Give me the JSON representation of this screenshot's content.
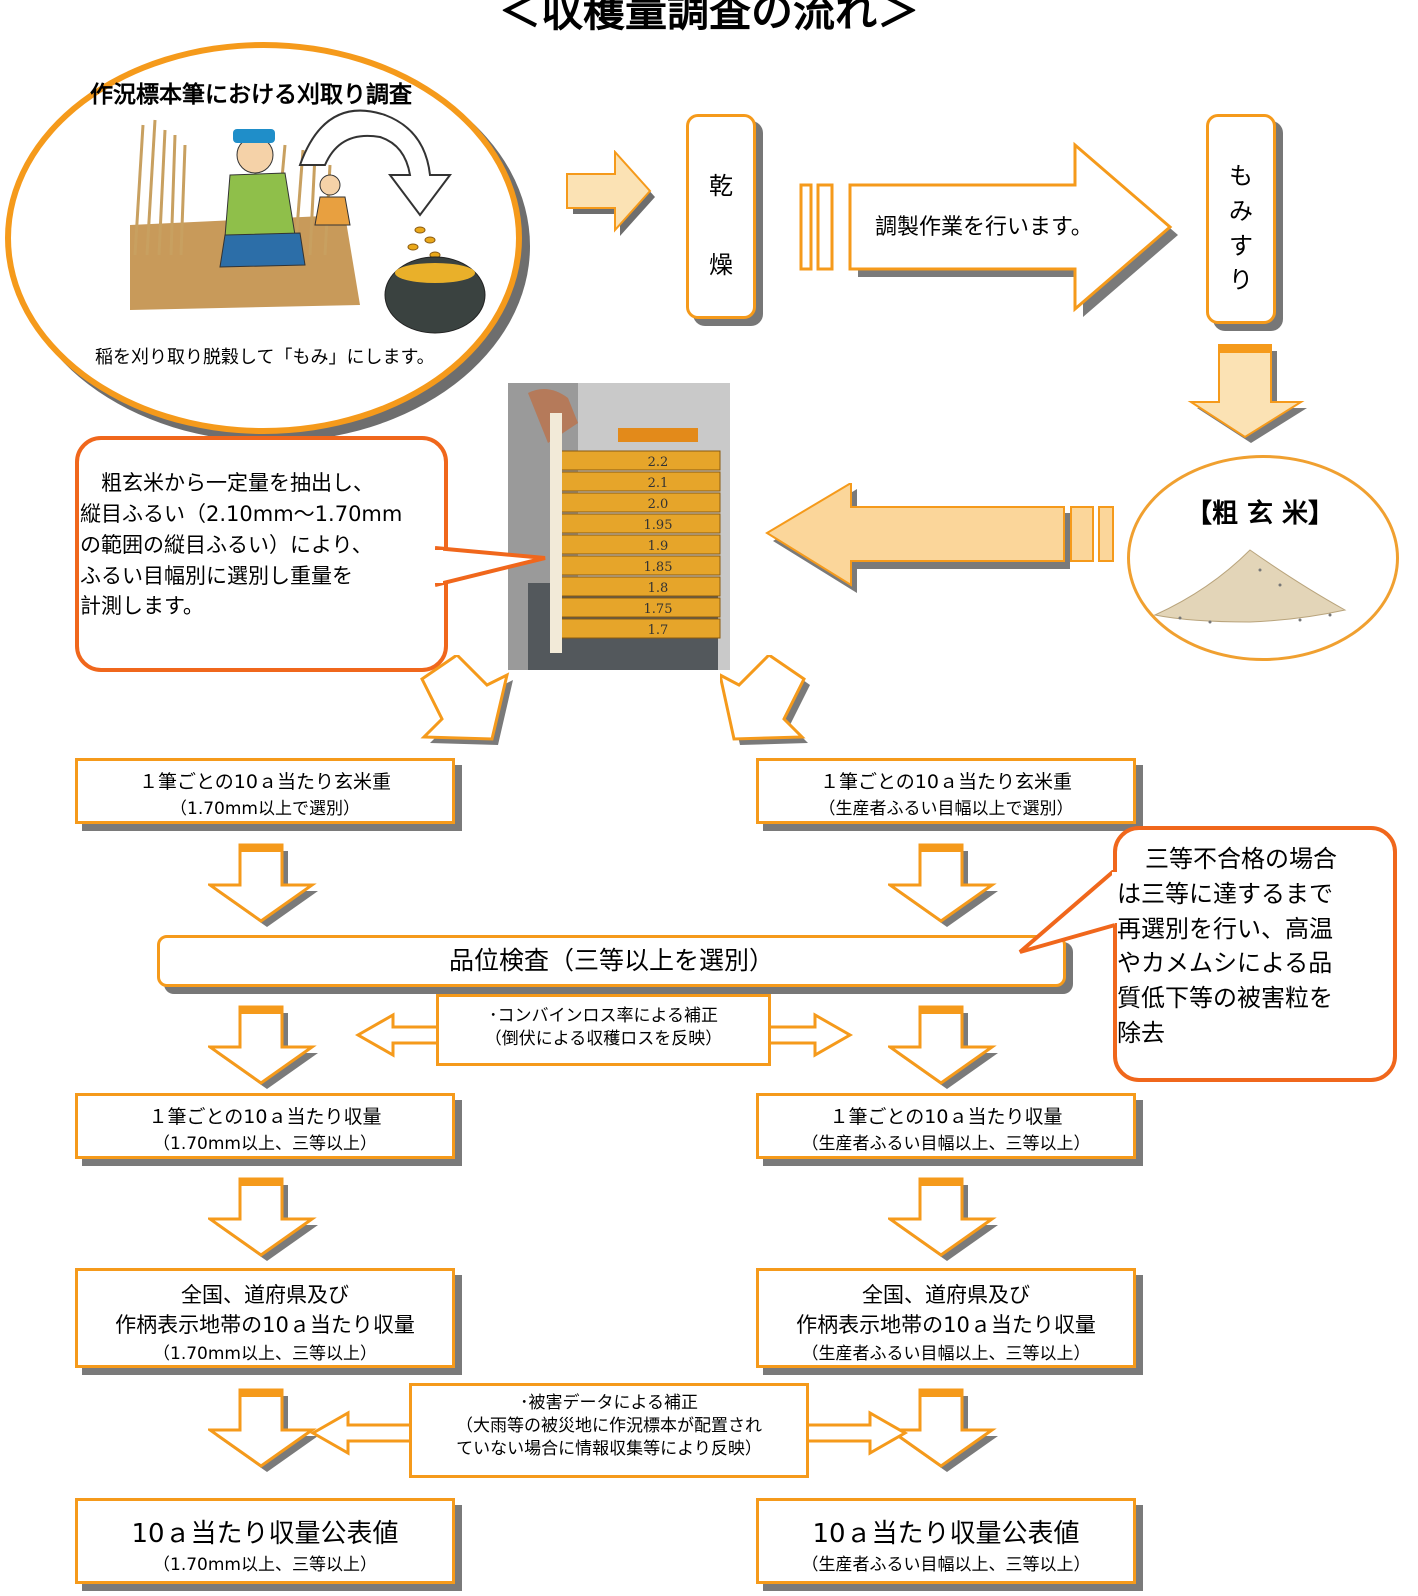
{
  "title": "＜収穫量調査の流れ＞",
  "harvest": {
    "title": "作況標本筆における刈取り調査",
    "caption": "稲を刈り取り脱穀して「もみ」にします。"
  },
  "drying": {
    "chars": [
      "乾",
      "燥"
    ]
  },
  "processing_label": "調製作業を行います。",
  "hulling": {
    "chars": [
      "も",
      "み",
      "す",
      "り"
    ]
  },
  "brown_rice_label": "【粗 玄 米】",
  "sieve_photo": {
    "labels": [
      "2.2",
      "2.1",
      "2.0",
      "1.95",
      "1.9",
      "1.85",
      "1.8",
      "1.75",
      "1.7"
    ]
  },
  "sieve_callout": {
    "lines": [
      "粗玄米から一定量を抽出し、",
      "縦目ふるい（2.10mm～1.70mm",
      "の範囲の縦目ふるい）により、",
      "ふるい目幅別に選別し重量を",
      "計測します。"
    ]
  },
  "left_col": {
    "weight": {
      "line1": "１筆ごとの10ａ当たり玄米重",
      "line2": "（1.70mm以上で選別）"
    },
    "yield": {
      "line1": "１筆ごとの10ａ当たり収量",
      "line2": "（1.70mm以上、三等以上）"
    },
    "regional": {
      "line1": "全国、道府県及び",
      "line2": "作柄表示地帯の10ａ当たり収量",
      "line3": "（1.70mm以上、三等以上）"
    },
    "final": {
      "line1": "10ａ当たり収量公表値",
      "line2": "（1.70mm以上、三等以上）"
    }
  },
  "right_col": {
    "weight": {
      "line1": "１筆ごとの10ａ当たり玄米重",
      "line2": "（生産者ふるい目幅以上で選別）"
    },
    "yield": {
      "line1": "１筆ごとの10ａ当たり収量",
      "line2": "（生産者ふるい目幅以上、三等以上）"
    },
    "regional": {
      "line1": "全国、道府県及び",
      "line2": "作柄表示地帯の10ａ当たり収量",
      "line3": "（生産者ふるい目幅以上、三等以上）"
    },
    "final": {
      "line1": "10ａ当たり収量公表値",
      "line2": "（生産者ふるい目幅以上、三等以上）"
    }
  },
  "quality_check": "品位検査（三等以上を選別）",
  "quality_callout": {
    "lines": [
      "三等不合格の場合",
      "は三等に達するまで",
      "再選別を行い、高温",
      "やカメムシによる品",
      "質低下等の被害粒を",
      "除去"
    ]
  },
  "combine_note": {
    "line1": "･コンバインロス率による補正",
    "line2": "（倒伏による収穫ロスを反映）"
  },
  "damage_note": {
    "line1": "･被害データによる補正",
    "line2": "（大雨等の被災地に作況標本が配置され",
    "line3": "ていない場合に情報収集等により反映）"
  },
  "colors": {
    "accent": "#f59a1b",
    "callout": "#f0671c",
    "shadow": "#777777"
  }
}
